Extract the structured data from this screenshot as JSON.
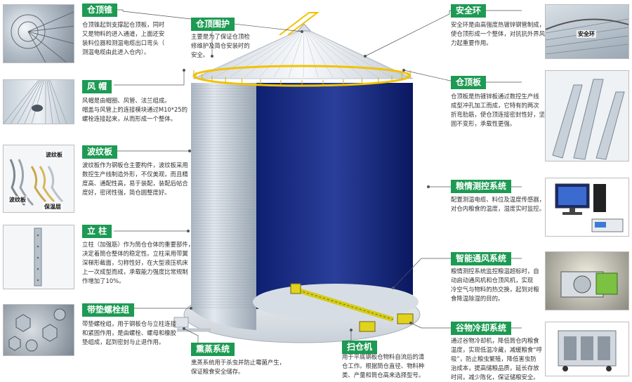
{
  "colors": {
    "tag_bg": "#1d9a53",
    "leader": "#555555",
    "silo_wall": "#c9d3dc",
    "interior": "#0a1a6a",
    "roof": "#e9edf2",
    "rail": "#f2c200"
  },
  "left": [
    {
      "id": "cone",
      "tag": "仓顶锥",
      "text": "仓顶锥起到支撑起仓顶板，同时\n又是物料的进入通道，上面还安\n装料位器和测温电缆出口弯头（\n测温电缆由此进入仓内）。"
    },
    {
      "id": "cap",
      "tag": "风  帽",
      "text": "风帽是由帽圈、风管、法兰组成。\n帽盖与风管上的连接模块通过M10*25的\n螺栓连接起来，从而形成一个整体。"
    },
    {
      "id": "corr",
      "tag": "波纹板",
      "text": "波纹板作为钢板仓主要构件，波纹板采用\n数控生产线制造外形，不仅美观，而且精\n度高、通配性高，易于装配，装配后帖合\n度好，密闭性强，简仓圆整度好。"
    },
    {
      "id": "col",
      "tag": "立  柱",
      "text": "立柱（加强筋）作为筒仓仓体的重要部件，\n决定着筒仓整体的稳定性。立柱采用带翼\n深梯形截面，匀称性好，在大型液压机床\n上一次成型而成，承载能力强度比常规制\n作增加了10%。"
    },
    {
      "id": "bolt",
      "tag": "带垫螺栓组",
      "text": "带垫螺栓组，用于钢板仓与立柱连接\n和紧固作用，是由螺栓、螺母和橡胶\n垫组成，起到密封与止退作用。"
    }
  ],
  "right": [
    {
      "id": "ring",
      "tag": "安全环",
      "text": "安全环是由高强度热镀锌钢管制成，\n使仓顶形成一个整体，对抗抗外界风\n力起重要作用。"
    },
    {
      "id": "roof",
      "tag": "仓顶板",
      "text": "仓顶板是热镀锌板通过数控生产线\n成型冲孔加工而成，它特有的两次\n折弯肋筋，使仓顶连接密封性好，坚\n固不变形，承载性更强。"
    },
    {
      "id": "monitor",
      "tag": "粮情测控系统",
      "text": "配置测温电缆、料位及温度传感器，\n对仓内粮食的温度，湿度实时监控。"
    },
    {
      "id": "vent",
      "tag": "智能通风系统",
      "text": "粮情测控系统监控粮温超标时，自\n动启动通风机和仓顶风机，实现\n冷空气与物料的热交换，起到对粮\n食降温除湿的目的。"
    },
    {
      "id": "cool",
      "tag": "谷物冷却系统",
      "text": "通过谷物冷却机，降低筒仓内粮食\n温度，实现低温冷藏，减缓粮食“呼\n吸”，防止粮虫繁殖，降低害虫防\n治成本，提高储粮品质，延长存放\n时间，减少陈化，保证储粮安全。"
    }
  ],
  "center": [
    {
      "id": "guard",
      "tag": "仓顶围护",
      "text": "主要是为了保证仓顶检\n修维护及简仓安装时的\n安全。"
    },
    {
      "id": "fumig",
      "tag": "熏蒸系统",
      "text": "熏蒸系统用于杀虫并防止霉菌产生，\n保证粮食安全储存。"
    },
    {
      "id": "sweep",
      "tag": "扫仓机",
      "text": "用于平底钢板仓物料自流后的清\n仓工作。根据筒仓直径、物料种\n类、产量和筒仓高来选择型号。"
    }
  ],
  "thumb_labels": {
    "corr_a": "波纹板",
    "corr_b": "波纹板",
    "corr_c": "保温层",
    "ring": "安全环"
  }
}
